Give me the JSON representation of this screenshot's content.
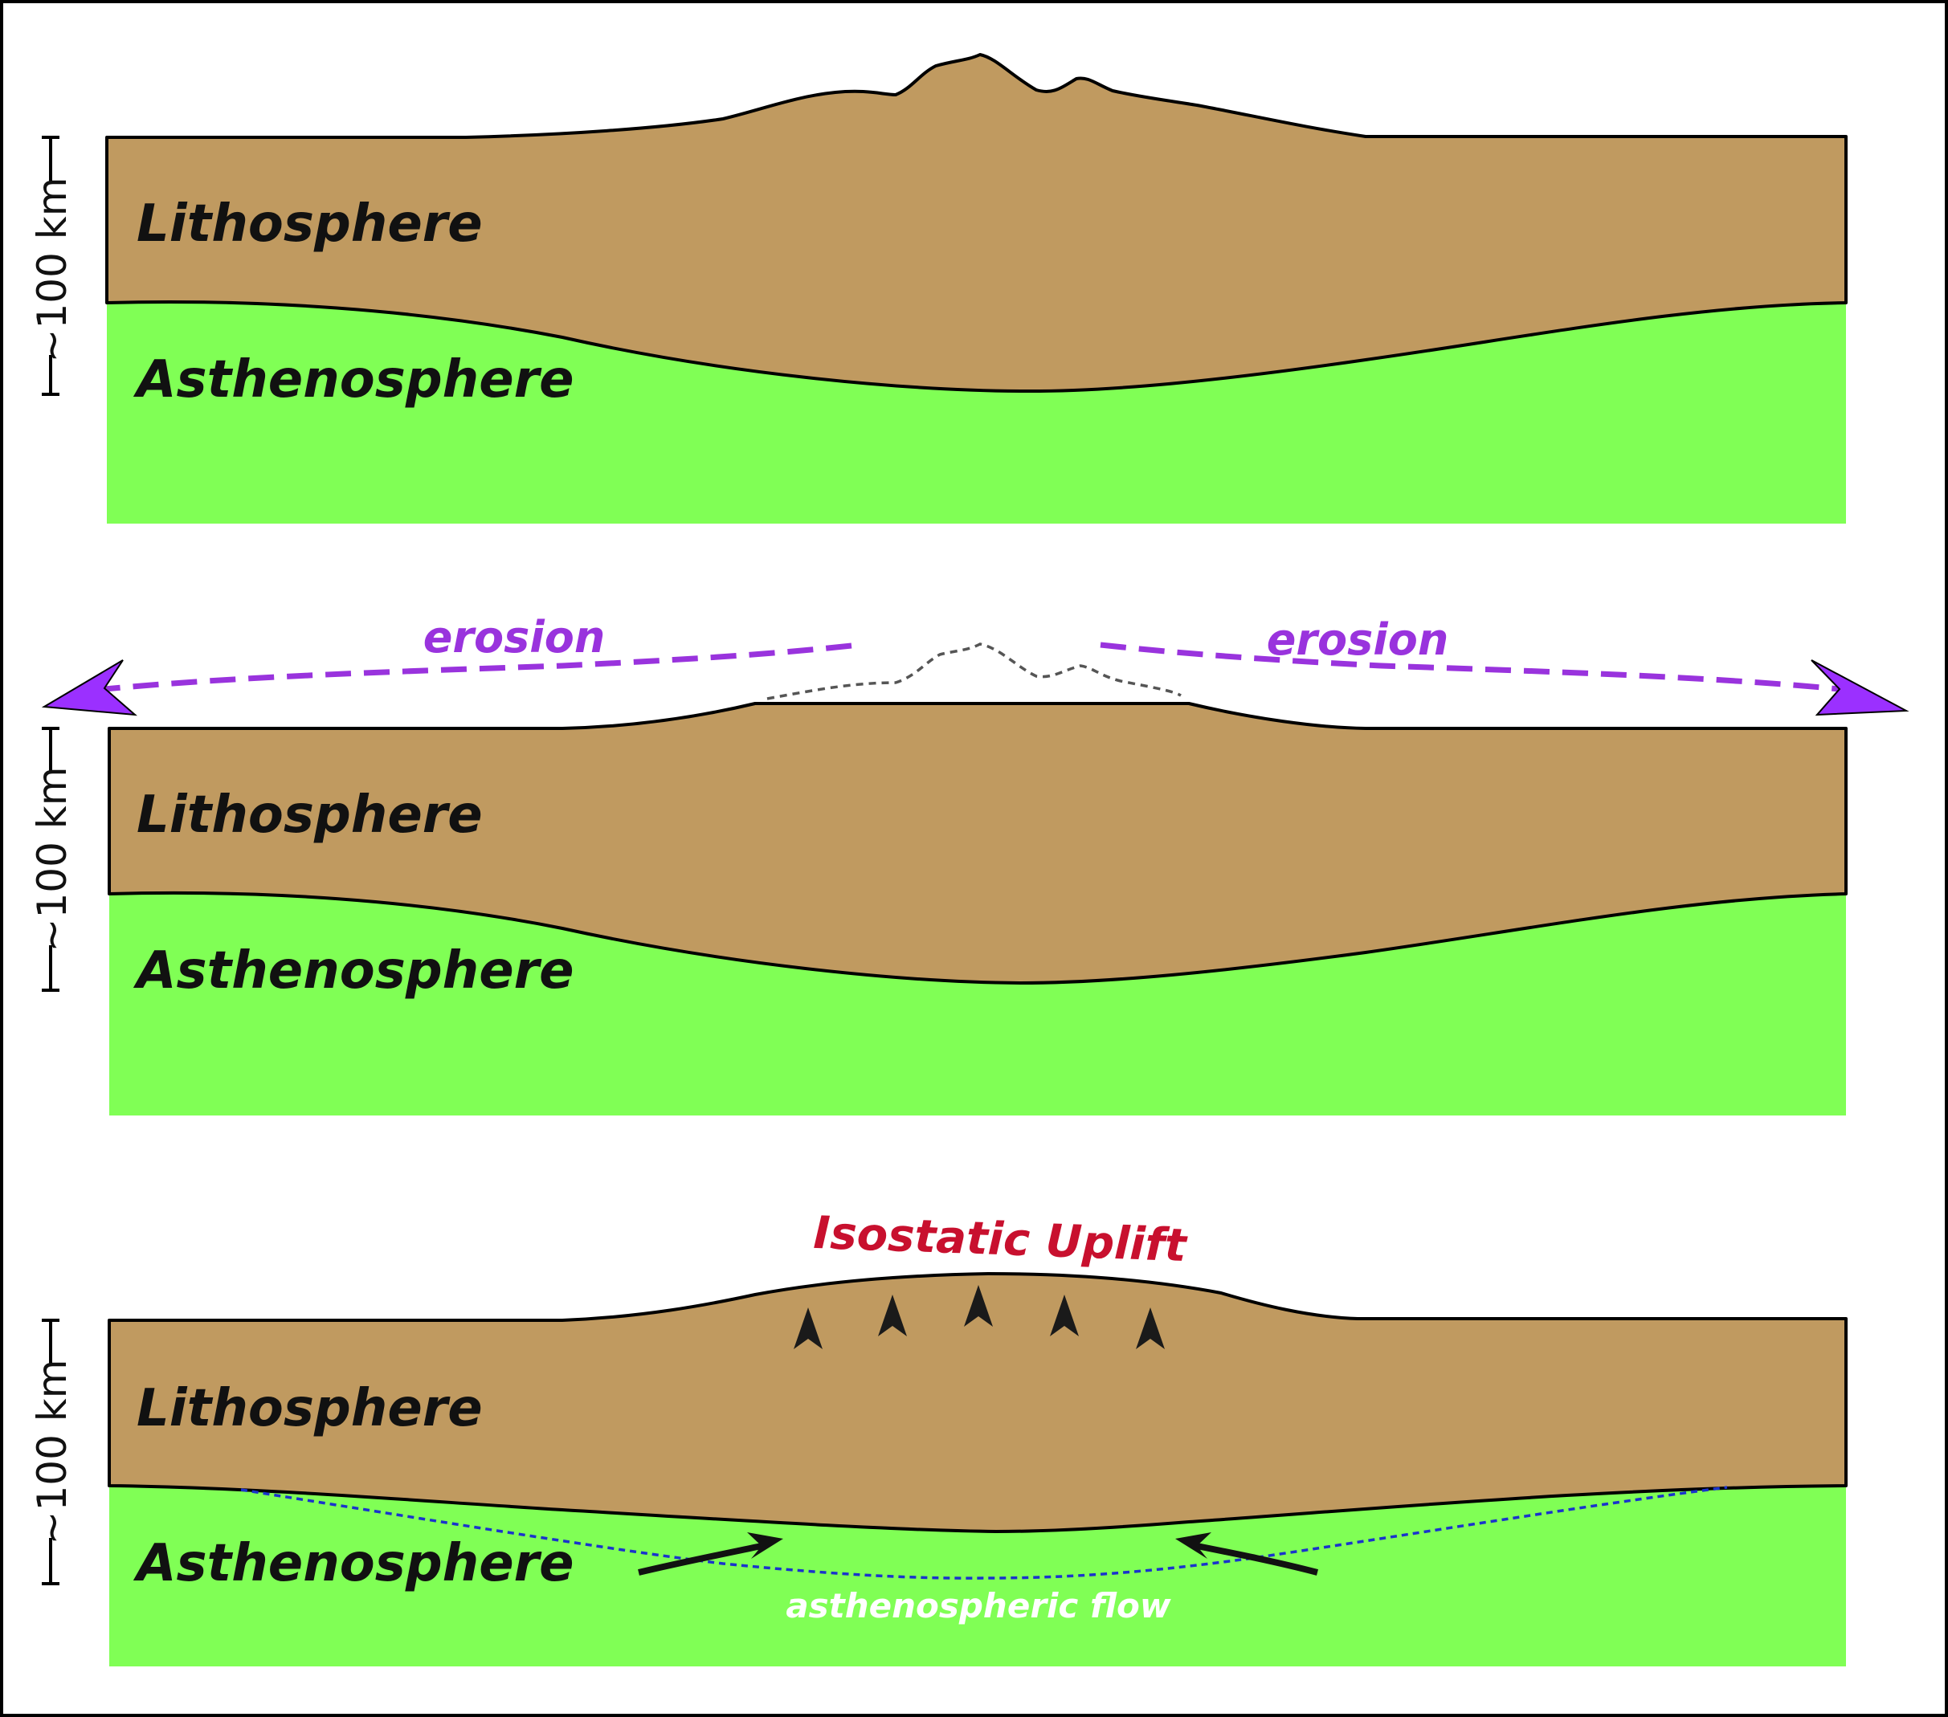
{
  "colors": {
    "lithosphere": "#c09a60",
    "asthenosphere": "#80ff55",
    "erosion": "#9933dd",
    "erosion_arrowhead": "#9b30ff",
    "uplift": "#c8102e",
    "flow_text": "#ffffff",
    "flow_dash": "#1a33cc",
    "outline": "#000000"
  },
  "panels": [
    {
      "lithosphere_label": "Lithosphere",
      "asthenosphere_label": "Asthenosphere",
      "scale_label": "~100 km"
    },
    {
      "lithosphere_label": "Lithosphere",
      "asthenosphere_label": "Asthenosphere",
      "scale_label": "~100 km",
      "erosion_left_label": "erosion",
      "erosion_right_label": "erosion"
    },
    {
      "lithosphere_label": "Lithosphere",
      "asthenosphere_label": "Asthenosphere",
      "scale_label": "~100 km",
      "uplift_label": "Isostatic Uplift",
      "flow_label": "asthenospheric flow"
    }
  ]
}
